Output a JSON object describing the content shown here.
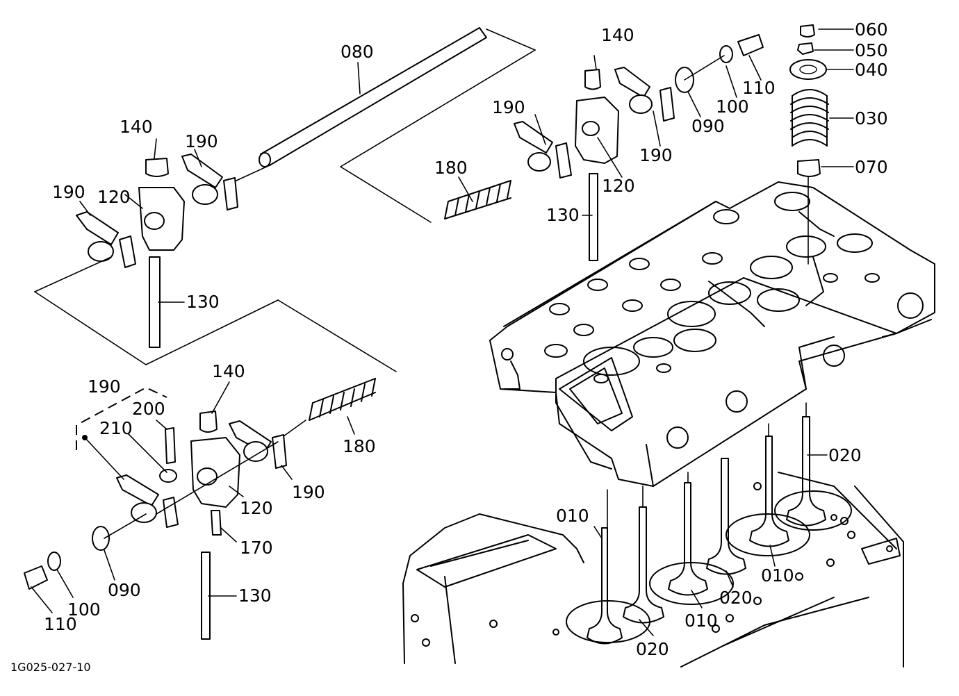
{
  "drawing_code": "1G025-027-10",
  "callouts": {
    "c010": "010",
    "c020": "020",
    "c030": "030",
    "c040": "040",
    "c050": "050",
    "c060": "060",
    "c070": "070",
    "c080": "080",
    "c090": "090",
    "c100": "100",
    "c110": "110",
    "c120": "120",
    "c130": "130",
    "c140": "140",
    "c170": "170",
    "c180": "180",
    "c190": "190",
    "c200": "200",
    "c210": "210"
  }
}
